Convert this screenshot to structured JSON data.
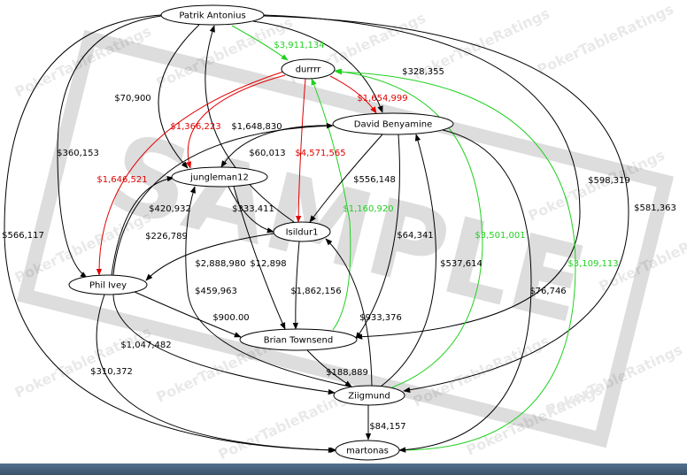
{
  "diagram": {
    "watermark_main": "SAMPLE",
    "watermark_brand": "PokerTableRatings",
    "colors": {
      "black": "#000000",
      "red": "#e00000",
      "green": "#22d022",
      "node_fill": "#ffffff",
      "background": "#ffffff"
    },
    "nodes": [
      {
        "id": "patrik",
        "label": "Patrik Antonius"
      },
      {
        "id": "durrrr",
        "label": "durrrr"
      },
      {
        "id": "david",
        "label": "David Benyamine"
      },
      {
        "id": "jungleman",
        "label": "jungleman12"
      },
      {
        "id": "isildur",
        "label": "Isildur1"
      },
      {
        "id": "phil",
        "label": "Phil Ivey"
      },
      {
        "id": "brian",
        "label": "Brian Townsend"
      },
      {
        "id": "ziigmund",
        "label": "Ziigmund"
      },
      {
        "id": "martonas",
        "label": "martonas"
      }
    ],
    "edges": [
      {
        "id": "e01",
        "from": "patrik",
        "to": "durrrr",
        "label": "$3,911,134",
        "color": "green"
      },
      {
        "id": "e02",
        "from": "patrik",
        "to": "david",
        "label": "$328,355",
        "color": "black"
      },
      {
        "id": "e03",
        "from": "patrik",
        "to": "jungleman",
        "label": "$70,900",
        "color": "black"
      },
      {
        "id": "e04",
        "from": "patrik",
        "to": "phil",
        "label": "$360,153",
        "color": "black"
      },
      {
        "id": "e05",
        "from": "patrik",
        "to": "martonas",
        "label": "$566,117",
        "color": "black"
      },
      {
        "id": "e06",
        "from": "patrik",
        "to": "brian",
        "label": "$598,319",
        "color": "black"
      },
      {
        "id": "e07",
        "from": "patrik",
        "to": "ziigmund",
        "label": "$581,363",
        "color": "black"
      },
      {
        "id": "e08",
        "from": "isildur",
        "to": "patrik",
        "label": "$1,648,830",
        "color": "black"
      },
      {
        "id": "e09",
        "from": "durrrr",
        "to": "david",
        "label": "$1,654,999",
        "color": "red"
      },
      {
        "id": "e10",
        "from": "durrrr",
        "to": "jungleman",
        "label": "$1,366,223",
        "color": "red"
      },
      {
        "id": "e11",
        "from": "durrrr",
        "to": "phil",
        "label": "$1,646,521",
        "color": "red"
      },
      {
        "id": "e12",
        "from": "durrrr",
        "to": "isildur",
        "label": "$4,571,565",
        "color": "red"
      },
      {
        "id": "e13",
        "from": "brian",
        "to": "durrrr",
        "label": "$1,160,920",
        "color": "green"
      },
      {
        "id": "e14",
        "from": "ziigmund",
        "to": "durrrr",
        "label": "$3,501,001",
        "color": "green"
      },
      {
        "id": "e15",
        "from": "martonas",
        "to": "durrrr",
        "label": "$3,109,113",
        "color": "green"
      },
      {
        "id": "e16",
        "from": "david",
        "to": "jungleman",
        "label": "$60,013",
        "color": "black"
      },
      {
        "id": "e17",
        "from": "david",
        "to": "isildur",
        "label": "$556,148",
        "color": "black"
      },
      {
        "id": "e18",
        "from": "david",
        "to": "brian",
        "label": "$64,341",
        "color": "black"
      },
      {
        "id": "e19",
        "from": "david",
        "to": "martonas",
        "label": "$76,746",
        "color": "black"
      },
      {
        "id": "e20",
        "from": "phil",
        "to": "jungleman",
        "label": "$420,932",
        "color": "black"
      },
      {
        "id": "e21",
        "from": "phil",
        "to": "david",
        "label": "$226,789",
        "color": "black"
      },
      {
        "id": "e22",
        "from": "jungleman",
        "to": "isildur",
        "label": "$333,411",
        "color": "black"
      },
      {
        "id": "e23",
        "from": "jungleman",
        "to": "brian",
        "label": "$12,898",
        "color": "black"
      },
      {
        "id": "e24",
        "from": "isildur",
        "to": "phil",
        "label": "$2,888,980",
        "color": "black"
      },
      {
        "id": "e25",
        "from": "isildur",
        "to": "brian",
        "label": "$1,862,156",
        "color": "black"
      },
      {
        "id": "e26",
        "from": "ziigmund",
        "to": "isildur",
        "label": "$933,376",
        "color": "black"
      },
      {
        "id": "e27",
        "from": "ziigmund",
        "to": "david",
        "label": "$537,614",
        "color": "black"
      },
      {
        "id": "e28",
        "from": "ziigmund",
        "to": "jungleman",
        "label": "$459,963",
        "color": "black"
      },
      {
        "id": "e29",
        "from": "phil",
        "to": "brian",
        "label": "$900.00",
        "color": "black"
      },
      {
        "id": "e30",
        "from": "phil",
        "to": "ziigmund",
        "label": "$1,047,482",
        "color": "black"
      },
      {
        "id": "e31",
        "from": "phil",
        "to": "martonas",
        "label": "$310,372",
        "color": "black"
      },
      {
        "id": "e32",
        "from": "brian",
        "to": "ziigmund",
        "label": "$188,889",
        "color": "black"
      },
      {
        "id": "e33",
        "from": "ziigmund",
        "to": "martonas",
        "label": "$84,157",
        "color": "black"
      }
    ]
  }
}
